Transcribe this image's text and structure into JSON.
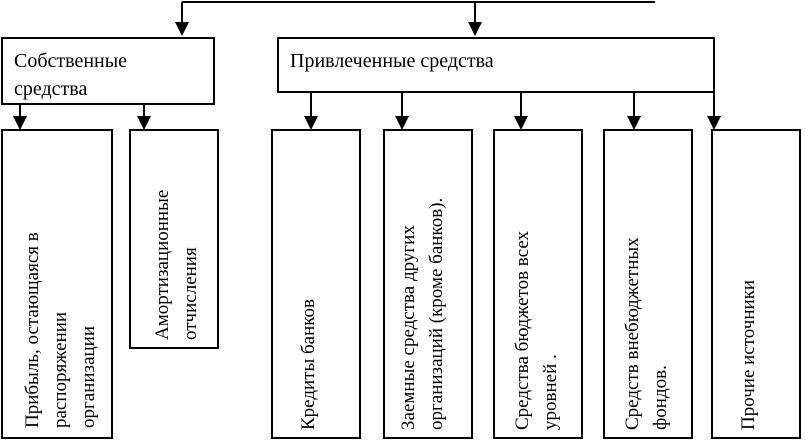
{
  "diagram": {
    "own_funds": {
      "line1": "Собственные",
      "line2": "средства"
    },
    "borrowed_funds": {
      "label": "Привлеченные средства"
    },
    "children": {
      "profit": {
        "line1": "Прибыль, остающаяся в",
        "line2": "распоряжении",
        "line3": "организации"
      },
      "amortization": {
        "line1": "Амортизационные",
        "line2": "отчисления"
      },
      "bank_credits": {
        "line1": "Кредиты банков"
      },
      "loans": {
        "line1": "Заемные средства других",
        "line2": "организаций (кроме банков)."
      },
      "budget": {
        "line1": "Средства бюджетов всех",
        "line2": "уровней ."
      },
      "offbudget": {
        "line1": "Средств внебюджетных",
        "line2": "фондов."
      },
      "other": {
        "line1": "Прочие источники"
      }
    }
  }
}
